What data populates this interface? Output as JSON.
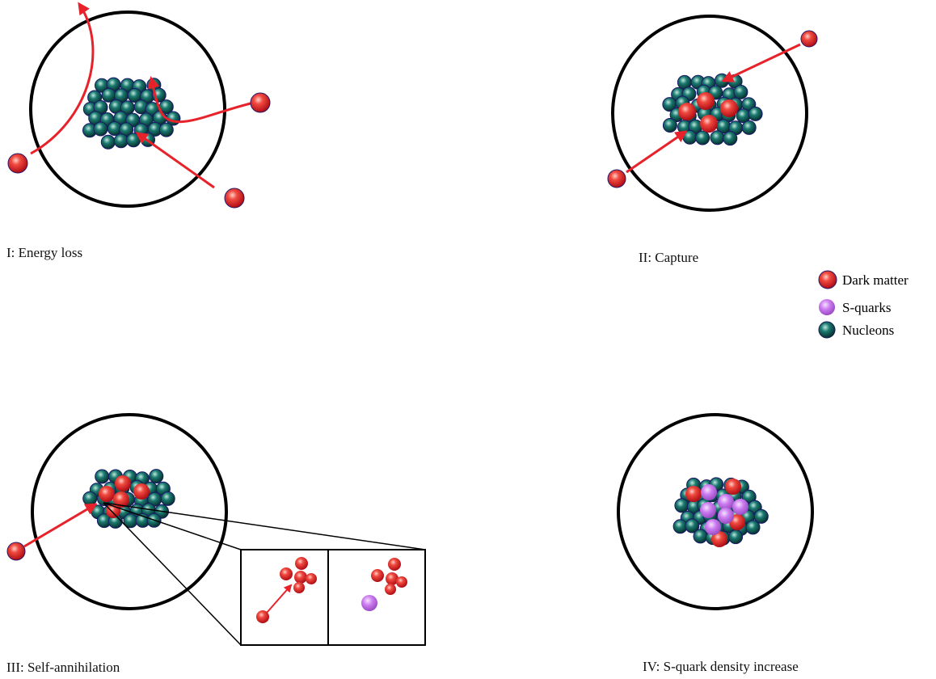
{
  "panels": [
    {
      "id": "energy-loss",
      "caption": "I: Energy loss"
    },
    {
      "id": "capture",
      "caption": "II: Capture"
    },
    {
      "id": "self-annihilation",
      "caption": "III: Self-annihilation"
    },
    {
      "id": "s-quark-density",
      "caption": "IV: S-quark density increase"
    }
  ],
  "legend": {
    "items": [
      {
        "label": "Dark matter",
        "kind": "dark-matter"
      },
      {
        "label": "S-quarks",
        "kind": "s-quark"
      },
      {
        "label": "Nucleons",
        "kind": "nucleon"
      }
    ]
  },
  "colors": {
    "dark_matter": "#e8222a",
    "s_quark": "#c36ee8",
    "nucleon": "#0e5a55",
    "arrow": "#e8222a",
    "outline": "#000000"
  }
}
